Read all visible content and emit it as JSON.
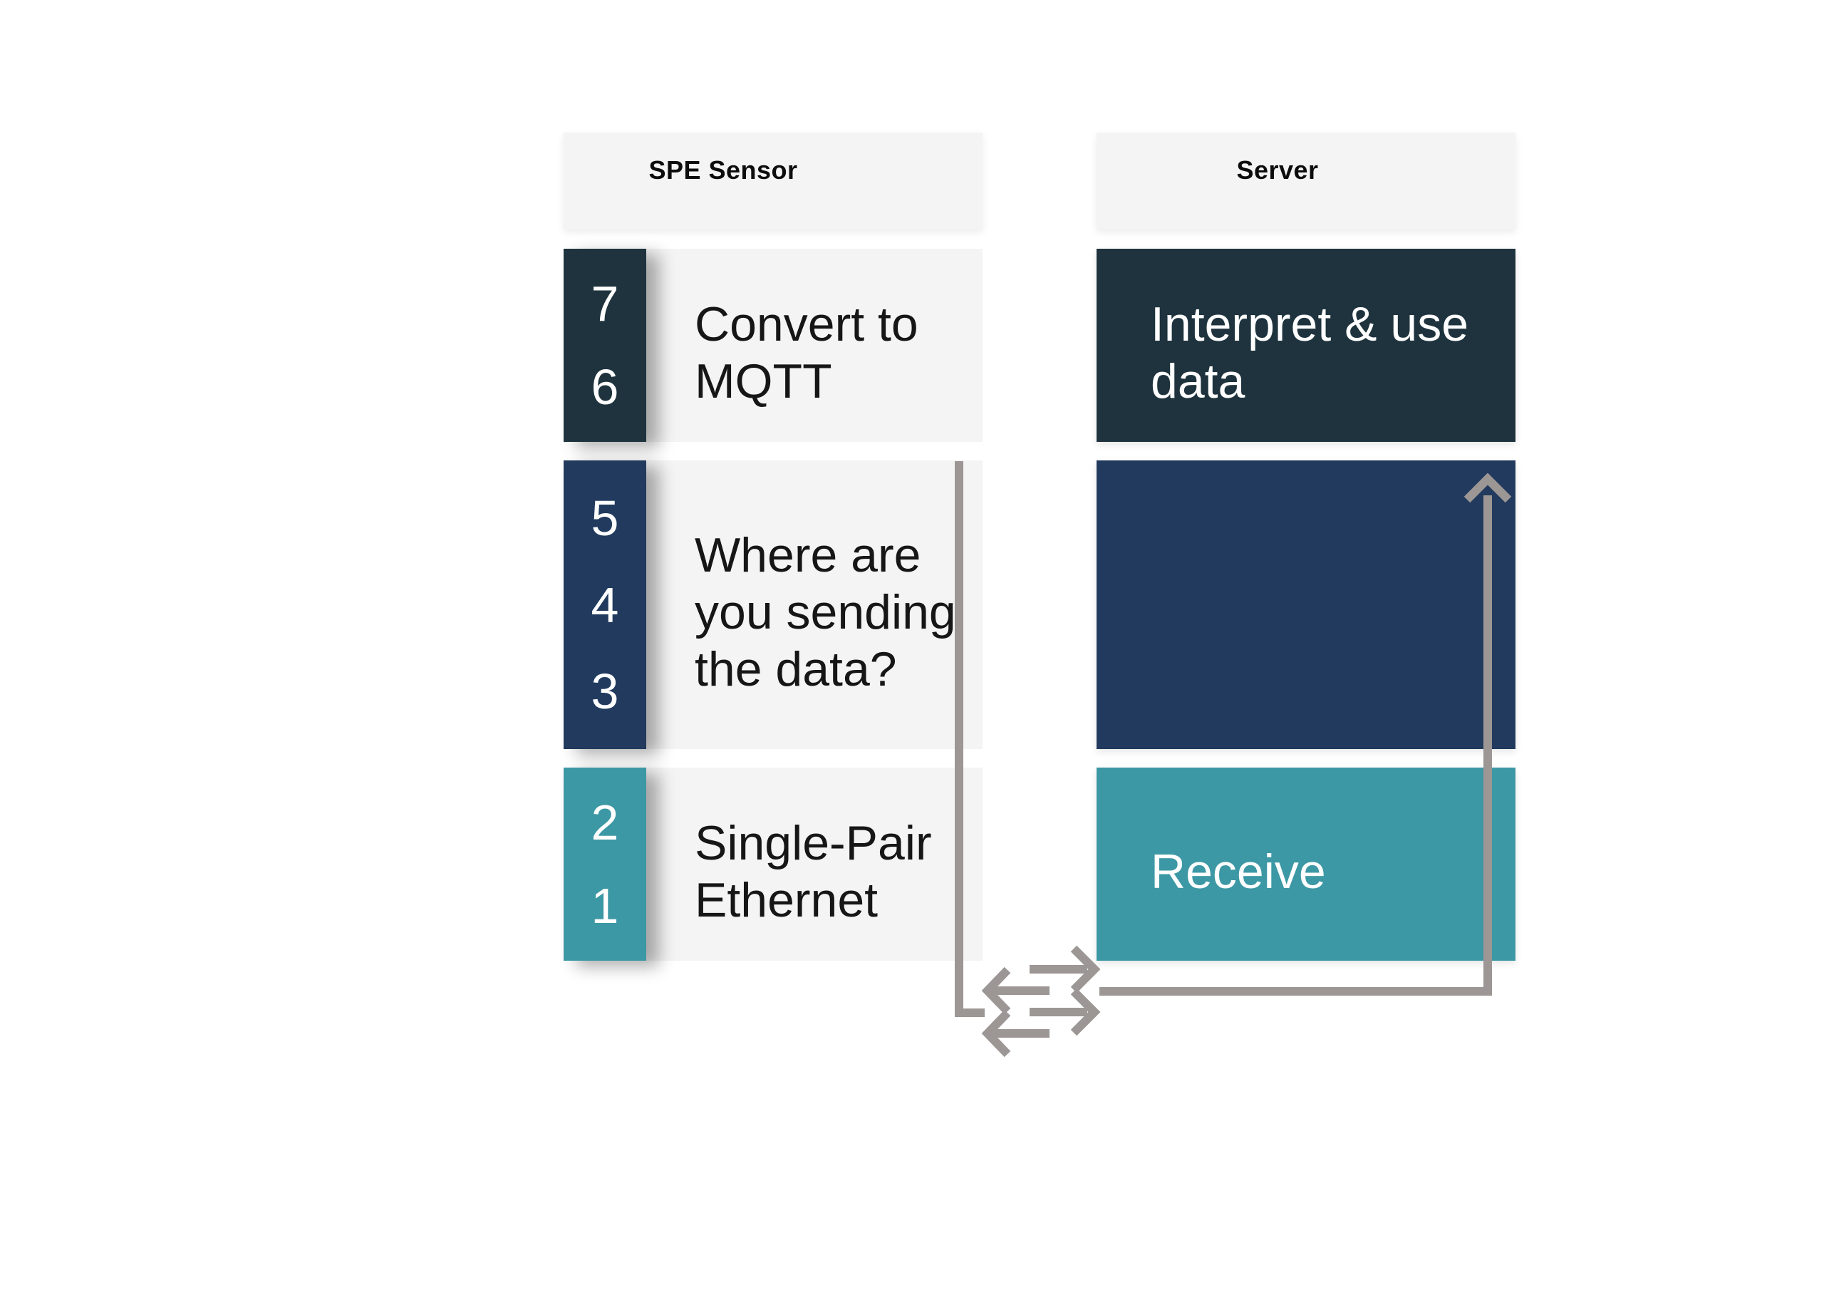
{
  "sensor": {
    "header": "SPE Sensor",
    "rows": [
      {
        "numbers": [
          "7",
          "6"
        ],
        "label": "Convert to\nMQTT"
      },
      {
        "numbers": [
          "5",
          "4",
          "3"
        ],
        "label": "Where are\nyou sending\nthe data?"
      },
      {
        "numbers": [
          "2",
          "1"
        ],
        "label": "Single-Pair\nEthernet"
      }
    ]
  },
  "server": {
    "header": "Server",
    "rows": [
      {
        "label": "Interpret & use\ndata"
      },
      {
        "label": ""
      },
      {
        "label": "Receive"
      }
    ]
  },
  "colors": {
    "dark_navy": "#1e333d",
    "navy": "#213a5e",
    "teal": "#3c98a4",
    "row_background": "#f4f4f4",
    "arrow_gray": "#9c9794",
    "page_background": "#ffffff"
  }
}
